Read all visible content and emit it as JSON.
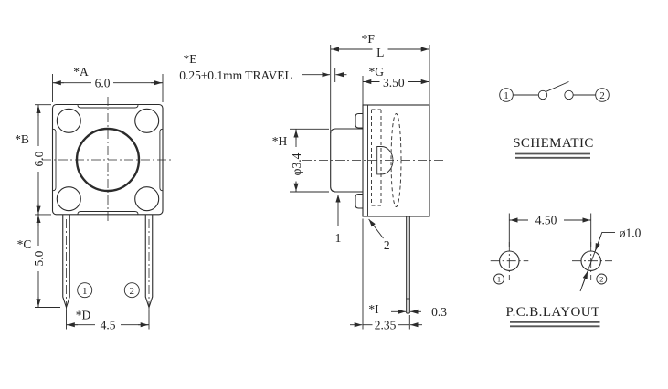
{
  "drawing": {
    "top_view": {
      "a_label": "*A",
      "a_value": "6.0",
      "b_label": "*B",
      "b_value": "6.0",
      "c_label": "*C",
      "c_value": "5.0",
      "d_label": "*D",
      "d_value": "4.5",
      "pin1": "1",
      "pin2": "2"
    },
    "side_view": {
      "e_label": "*E",
      "e_value": "0.25±0.1mm TRAVEL",
      "f_label": "*F",
      "f_value": "L",
      "g_label": "*G",
      "g_value": "3.50",
      "h_label": "*H",
      "h_value": "φ3.4",
      "i_label": "*I",
      "i_value": "2.35",
      "lead_width_value": "0.3",
      "callout_1": "1",
      "callout_2": "2"
    },
    "schematic": {
      "title": "SCHEMATIC",
      "terminal_1": "1",
      "terminal_2": "2"
    },
    "pcb_layout": {
      "title": "P.C.B.LAYOUT",
      "pitch_value": "4.50",
      "hole_value": "ø1.0",
      "terminal_1": "1",
      "terminal_2": "2"
    },
    "colors": {
      "line": "#2b2b2b",
      "underline": "#555555",
      "background": "#ffffff"
    }
  }
}
